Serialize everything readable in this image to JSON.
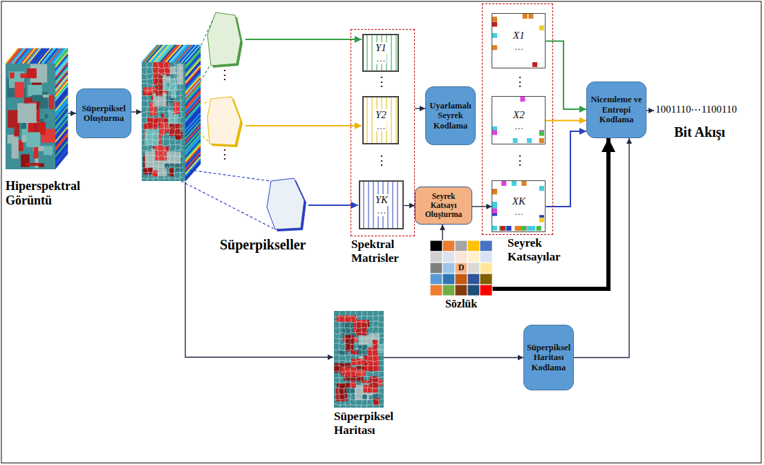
{
  "diagram": {
    "nodes": [
      {
        "text": [
          "Hiperspektral Görüntü"
        ]
      },
      {
        "text": [
          "Süperpiksel Oluşturma"
        ]
      },
      {
        "text": [
          "Spektral Matrisler"
        ]
      },
      {
        "text": [
          "Y1",
          "…"
        ],
        "in": 2
      },
      {
        "text": [
          "Y2",
          "…"
        ],
        "in": 2
      },
      {
        "text": [
          "YK",
          "…"
        ],
        "in": 2
      },
      {
        "text": [
          "Uyarlamalı Seyrek Kodlama"
        ]
      },
      {
        "text": [
          "Seyrek Katsayı Oluşturma"
        ]
      },
      {
        "text": [
          "D",
          "Sözlük"
        ]
      },
      {
        "text": [
          "Seyrek Katsayılar"
        ]
      },
      {
        "text": [
          "X1",
          "…"
        ],
        "in": 9
      },
      {
        "text": [
          "X2",
          "…"
        ],
        "in": 9
      },
      {
        "text": [
          "XK",
          "…"
        ],
        "in": 9
      },
      {
        "text": [
          "Nicemleme ve Entropi Kodlama"
        ]
      },
      {
        "text": [
          "Süperpiksel Haritası"
        ]
      },
      {
        "text": [
          "Süperpiksel Haritası Kodlama"
        ]
      }
    ],
    "edges": [
      {
        "from": 0,
        "to": 1,
        "arrow": "to"
      },
      {
        "from": 2,
        "to": 6,
        "arrow": "to"
      },
      {
        "from": 5,
        "to": 7,
        "arrow": "to"
      },
      {
        "from": 8,
        "to": 7,
        "arrow": "to"
      },
      {
        "from": 7,
        "to": 12,
        "arrow": "to"
      },
      {
        "from": 10,
        "to": 13,
        "arrow": "to"
      },
      {
        "from": 11,
        "to": 13,
        "arrow": "to"
      },
      {
        "from": 12,
        "to": 13,
        "arrow": "to"
      },
      {
        "from": 8,
        "to": 13,
        "arrow": "to"
      },
      {
        "from": 14,
        "to": 15,
        "arrow": "to"
      },
      {
        "from": 15,
        "to": 13,
        "arrow": "to"
      }
    ],
    "labels": [
      "⋮",
      "⋮",
      "Süperpikseller",
      "⋮",
      "⋮",
      "⋮",
      "⋮",
      "1001110⋯1100110",
      "Bit Akışı"
    ]
  }
}
